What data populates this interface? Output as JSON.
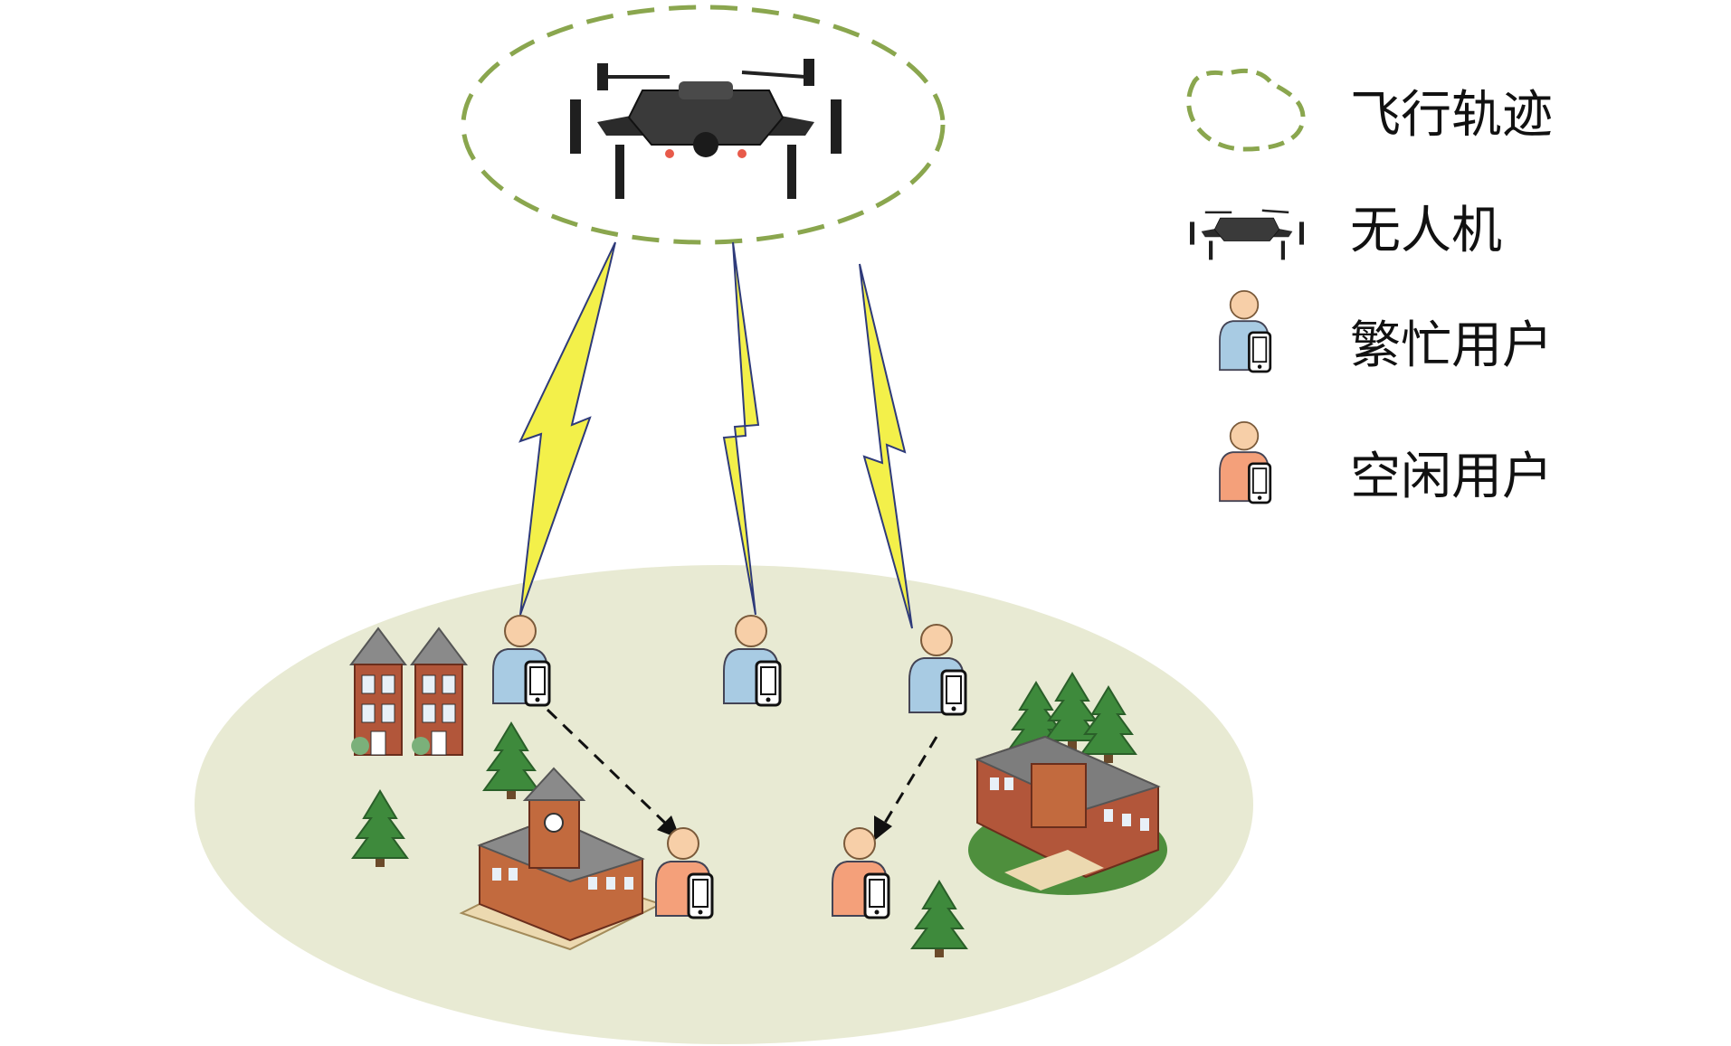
{
  "legend": {
    "trajectory_label": "飞行轨迹",
    "uav_label": "无人机",
    "busy_user_label": "繁忙用户",
    "idle_user_label": "空闲用户"
  },
  "colors": {
    "ground": "#e8ead3",
    "trajectory": "#8aa64e",
    "link_line": "#2e3a7a",
    "lightning": "#f3f04a",
    "busy_user": "#a8cbe3",
    "idle_user": "#f4a07a",
    "skin": "#f7cfa8",
    "tree": "#3e8a3c",
    "building_brick": "#a44c2c"
  },
  "icons": {
    "uav": "drone-icon",
    "busy_user": "person-with-phone-icon",
    "idle_user": "person-with-phone-icon",
    "house": "house-icon",
    "school": "school-building-icon",
    "tree": "pine-tree-icon"
  }
}
